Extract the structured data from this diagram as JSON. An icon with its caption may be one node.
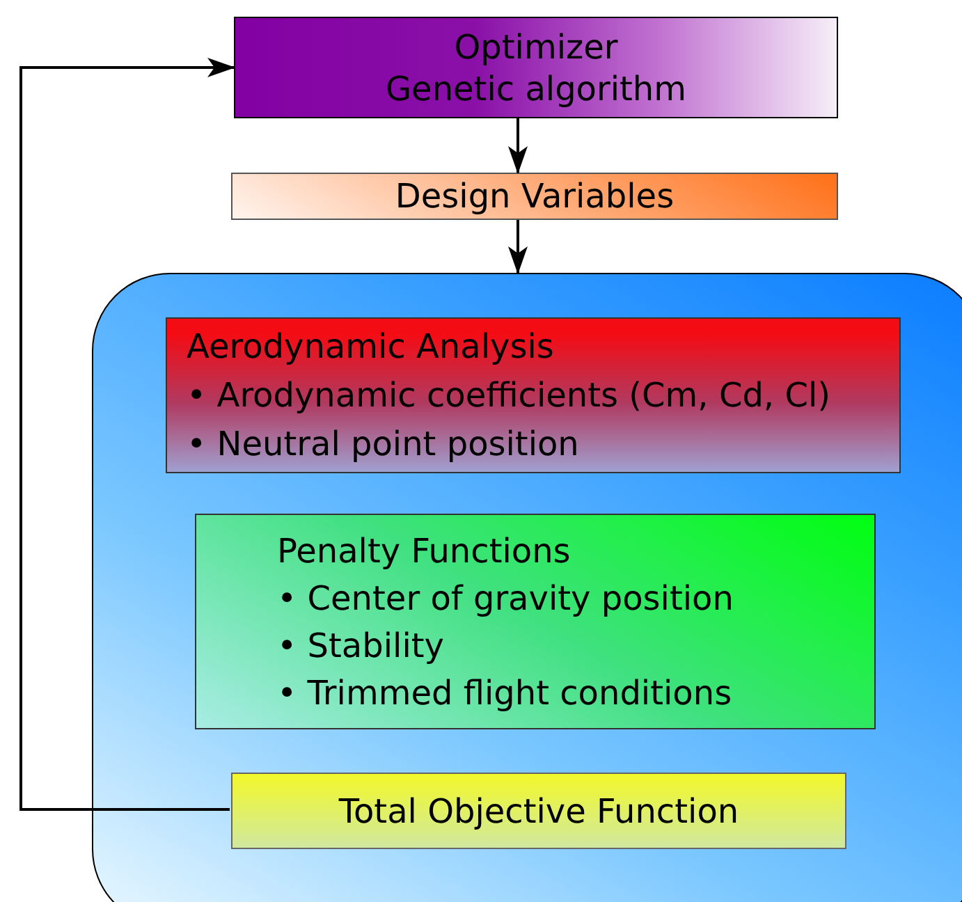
{
  "diagram": {
    "nodes": [
      {
        "text": [
          "Optimizer",
          "Genetic algorithm"
        ]
      },
      {
        "text": [
          "Design Variables"
        ]
      },
      {
        "text": [],
        "shape": "box"
      },
      {
        "text": [
          "Aerodynamic Analysis",
          "• Arodynamic coefficients (Cm, Cd, Cl)",
          "• Neutral point position"
        ],
        "in": 2
      },
      {
        "text": [
          "Penalty Functions",
          "• Center of gravity position",
          "• Stability",
          "• Trimmed flight conditions"
        ],
        "in": 2
      },
      {
        "text": [
          "Total Objective Function"
        ],
        "in": 2
      }
    ],
    "edges": [
      {
        "from": 0,
        "to": 1,
        "arrow": "to"
      },
      {
        "from": 1,
        "to": 2,
        "arrow": "to"
      },
      {
        "from": 5,
        "to": 0,
        "arrow": "to"
      }
    ]
  }
}
